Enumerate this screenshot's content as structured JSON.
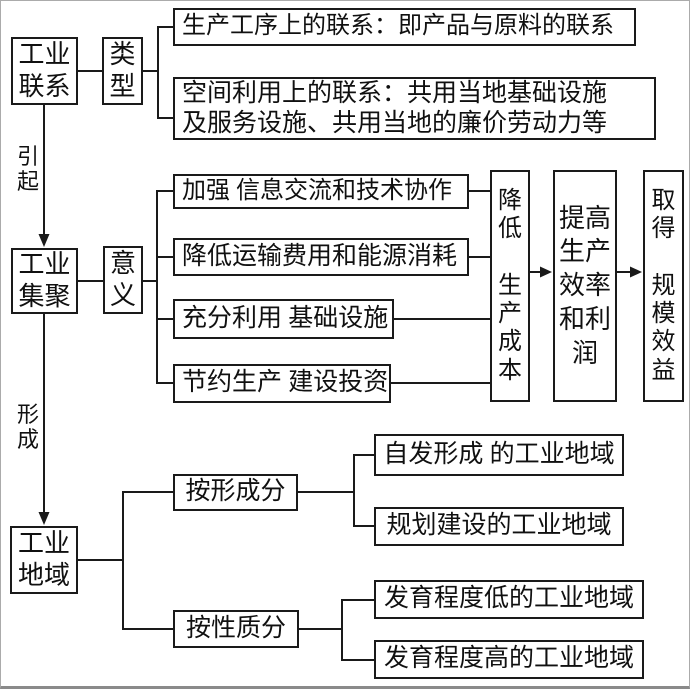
{
  "diagram": {
    "title": "工业联系、工业集聚与工业地域关系图",
    "nodes": {
      "industry_link": {
        "label": "工业\n联系"
      },
      "type": {
        "label": "类\n型"
      },
      "process_link": {
        "label": "生产工序上的联系：即产品与原料的联系"
      },
      "spatial_link": {
        "label": "空间利用上的联系：共用当地基础设施\n及服务设施、共用当地的廉价劳动力等"
      },
      "cause_label": {
        "label": "引\n起"
      },
      "agglomeration": {
        "label": "工业\n集聚"
      },
      "significance": {
        "label": "意\n义"
      },
      "benefit_info": {
        "label": "加强 信息交流和技术协作"
      },
      "benefit_transport": {
        "label": "降低运输费用和能源消耗"
      },
      "benefit_infra": {
        "label": "充分利用 基础设施"
      },
      "benefit_invest": {
        "label": "节约生产 建设投资"
      },
      "lower_cost": {
        "label": "降\n低\n\n生\n产\n成\n本"
      },
      "raise_efficiency": {
        "label": "提高\n生产\n效率\n和利\n润"
      },
      "scale_benefit": {
        "label": "取\n得\n\n规\n模\n效\n益"
      },
      "form_label": {
        "label": "形\n成"
      },
      "industrial_region": {
        "label": "工业\n地域"
      },
      "by_formation": {
        "label": "按形成分"
      },
      "by_nature": {
        "label": "按性质分"
      },
      "spontaneous": {
        "label": "自发形成 的工业地域"
      },
      "planned": {
        "label": "规划建设的工业地域"
      },
      "low_developed": {
        "label": "发育程度低的工业地域"
      },
      "high_developed": {
        "label": "发育程度高的工业地域"
      }
    },
    "colors": {
      "line": "#1a1a1a",
      "box_border": "#1a1a1a",
      "text": "#101010",
      "background": "#ffffff",
      "frame": "#ababab",
      "frame_bottom": "#8a8a8a"
    }
  }
}
